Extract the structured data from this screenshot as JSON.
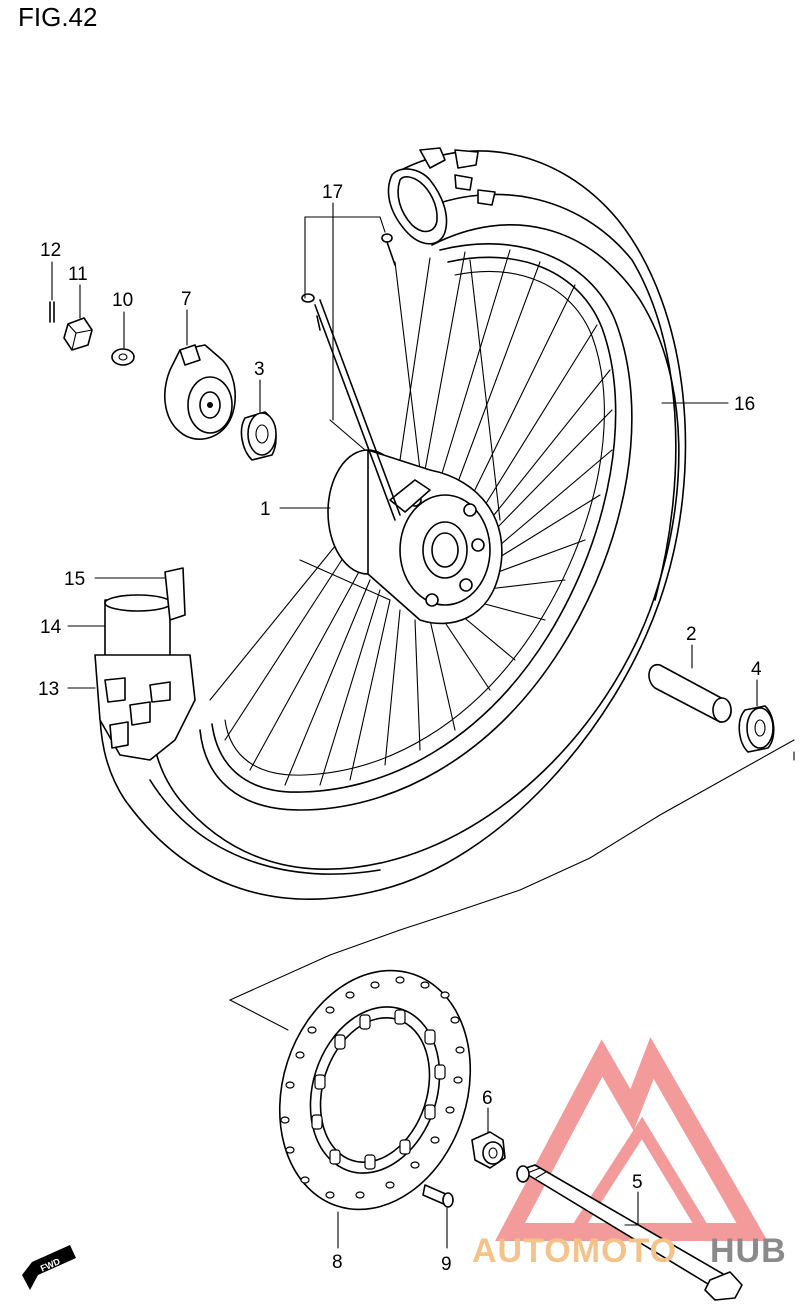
{
  "figure_title": "FIG.42",
  "direction_badge": "FWD",
  "callouts": [
    "1",
    "2",
    "3",
    "4",
    "5",
    "6",
    "7",
    "8",
    "9",
    "10",
    "11",
    "12",
    "13",
    "14",
    "15",
    "16",
    "17"
  ],
  "watermark": {
    "part1": "AUTOMOTO",
    "part2": "HUB",
    "color_part1": "#f5c38a",
    "color_part2": "#8a8a8a",
    "logo_color": "#f07a7a"
  }
}
